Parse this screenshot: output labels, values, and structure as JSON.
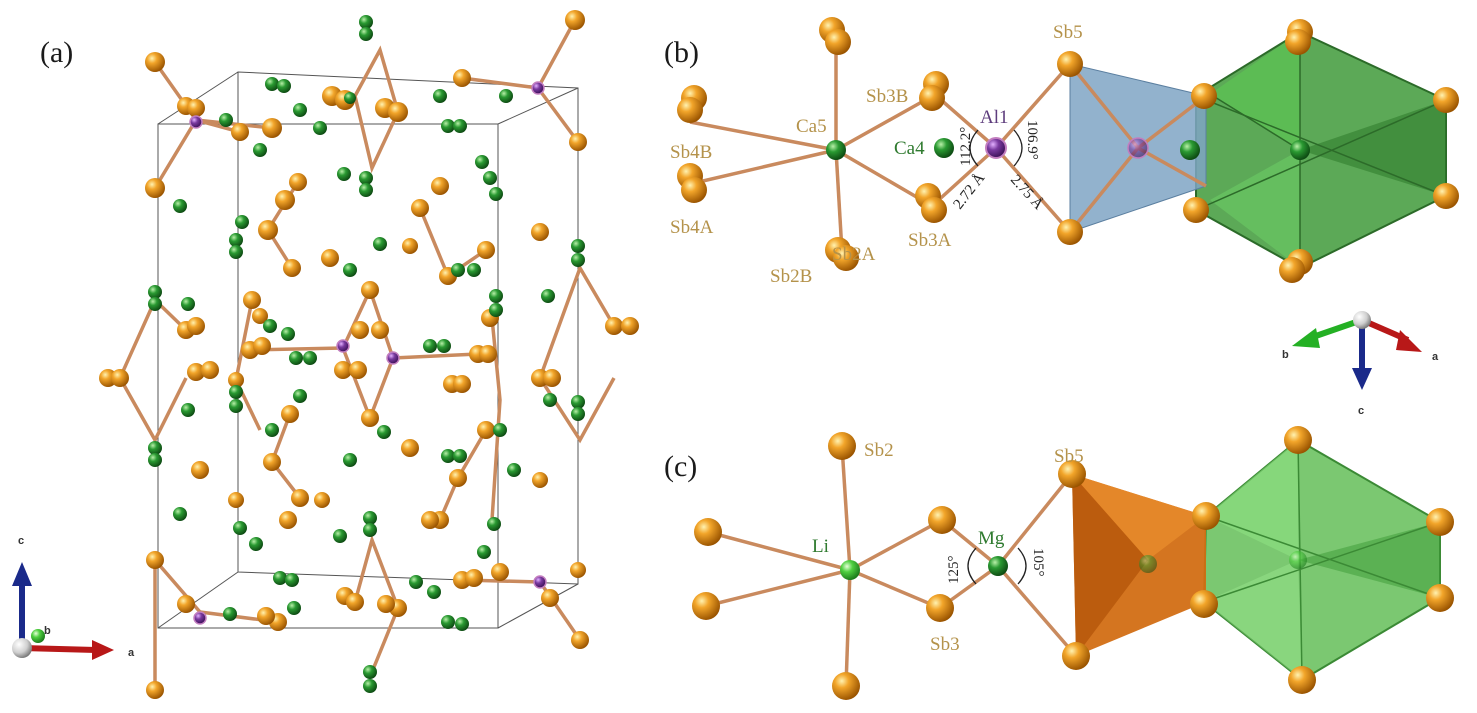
{
  "panels": {
    "a": "(a)",
    "b": "(b)",
    "c": "(c)"
  },
  "panel_b": {
    "atoms": {
      "sb5": "Sb5",
      "sb3b": "Sb3B",
      "ca5": "Ca5",
      "al1": "Al1",
      "sb4b": "Sb4B",
      "ca4": "Ca4",
      "sb4a": "Sb4A",
      "sb3a": "Sb3A",
      "sb2b": "Sb2B",
      "sb2a": "Sb2A"
    },
    "angles": {
      "left": "112.2°",
      "right": "106.9°"
    },
    "distances": {
      "d1": "2.72 Å",
      "d2": "2.75 Å"
    }
  },
  "panel_c": {
    "atoms": {
      "sb2": "Sb2",
      "sb5": "Sb5",
      "li": "Li",
      "mg": "Mg",
      "sb3": "Sb3"
    },
    "angles": {
      "left": "125°",
      "right": "105°"
    }
  },
  "axes": {
    "triad_a": {
      "c": "c",
      "b": "b",
      "a": "a"
    },
    "triad_b": {
      "b": "b",
      "a": "a",
      "c": "c"
    }
  },
  "colors": {
    "sb_atom": "#e8900f",
    "green_atom": "#1f8a2a",
    "li_atom": "#3ec33e",
    "al_atom": "#6b2f8a",
    "bond": "#c98a5e",
    "octahedron": "#4aa83f",
    "tetra_blue": "#7fa5c4",
    "tetra_orange": "#d26e14"
  }
}
